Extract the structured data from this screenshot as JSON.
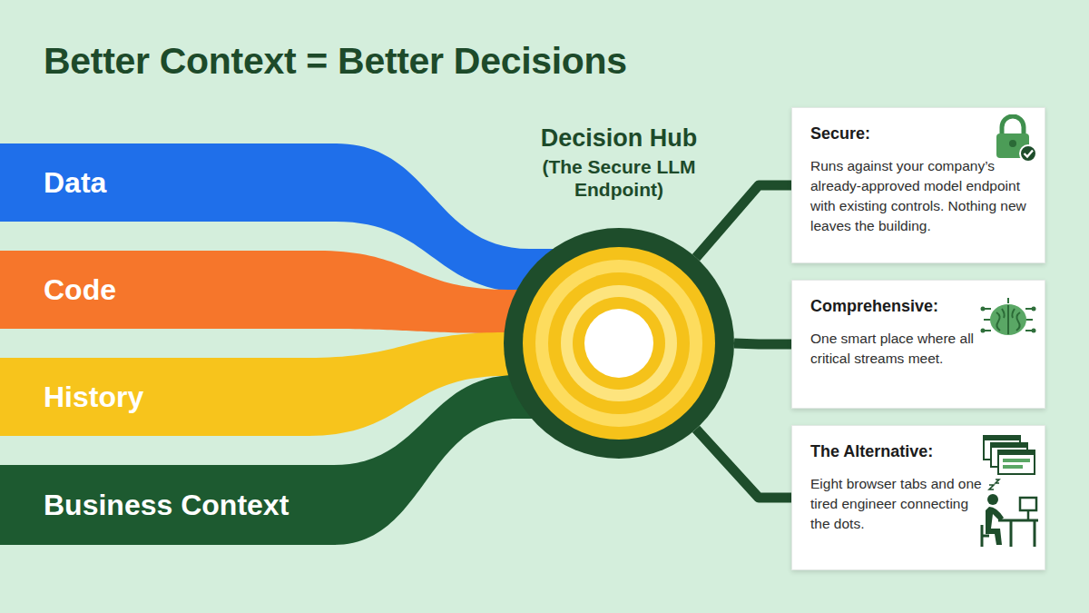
{
  "diagram": {
    "title": "Better Context = Better Decisions",
    "nodes": [
      {
        "text": [
          "Data"
        ]
      },
      {
        "text": [
          "Code"
        ]
      },
      {
        "text": [
          "History"
        ]
      },
      {
        "text": [
          "Business Context"
        ]
      },
      {
        "text": [
          "Decision Hub",
          "(The Secure LLM Endpoint)"
        ]
      },
      {
        "text": [
          "Secure:",
          "Runs against your company’s already-approved model endpoint with existing controls. Nothing new leaves the building."
        ]
      },
      {
        "text": [
          "Comprehensive:",
          "One smart place where all critical streams meet."
        ]
      },
      {
        "text": [
          "The Alternative:",
          "Eight browser tabs and one tired engineer connecting the dots."
        ]
      }
    ],
    "edges": [
      {
        "from": 0,
        "to": 4,
        "arrow": "none"
      },
      {
        "from": 1,
        "to": 4,
        "arrow": "none"
      },
      {
        "from": 2,
        "to": 4,
        "arrow": "none"
      },
      {
        "from": 3,
        "to": 4,
        "arrow": "none"
      },
      {
        "from": 4,
        "to": 5,
        "arrow": "none"
      },
      {
        "from": 4,
        "to": 6,
        "arrow": "none"
      },
      {
        "from": 4,
        "to": 7,
        "arrow": "none"
      }
    ]
  }
}
